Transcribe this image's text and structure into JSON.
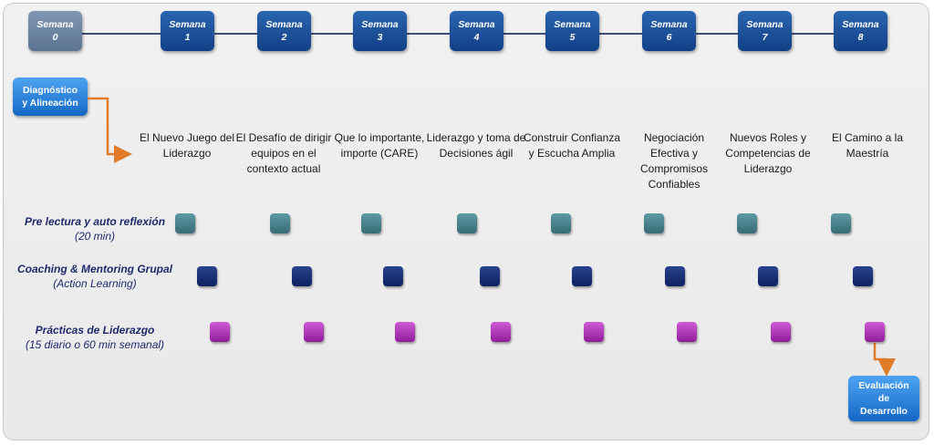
{
  "weeks": [
    {
      "label": "Semana",
      "number": "0"
    },
    {
      "label": "Semana",
      "number": "1"
    },
    {
      "label": "Semana",
      "number": "2"
    },
    {
      "label": "Semana",
      "number": "3"
    },
    {
      "label": "Semana",
      "number": "4"
    },
    {
      "label": "Semana",
      "number": "5"
    },
    {
      "label": "Semana",
      "number": "6"
    },
    {
      "label": "Semana",
      "number": "7"
    },
    {
      "label": "Semana",
      "number": "8"
    }
  ],
  "start_box": {
    "line1": "Diagnóstico",
    "line2": "y Alineación"
  },
  "end_box": {
    "line1": "Evaluación",
    "line2": "de",
    "line3": "Desarrollo"
  },
  "topics": [
    "El Nuevo Juego del Liderazgo",
    "El Desafío de dirigir equipos en el contexto actual",
    "Que lo importante, importe (CARE)",
    "Liderazgo y toma de Decisiones ágil",
    "Construir Confianza y Escucha Amplia",
    "Negociación Efectiva  y Compromisos Confiables",
    "Nuevos Roles y Competencias de Liderazgo",
    "El Camino a la Maestría"
  ],
  "rows": {
    "prelectura": {
      "title": "Pre lectura y auto reflexión",
      "subtitle": "(20 min)"
    },
    "coaching": {
      "title": "Coaching & Mentoring Grupal",
      "subtitle": "(Action Learning)"
    },
    "practicas": {
      "title": "Prácticas de Liderazgo",
      "subtitle": "(15 diario o 60 min semanal)"
    }
  },
  "colors": {
    "timeline": "#3e4f72",
    "week0": "#6a83a0",
    "week": "#1a4f9c",
    "accent_box": "#2d86dc",
    "arrow": "#e07b2a",
    "teal": "#4a8790",
    "navy": "#1a2f78",
    "magenta": "#b63dbd"
  }
}
